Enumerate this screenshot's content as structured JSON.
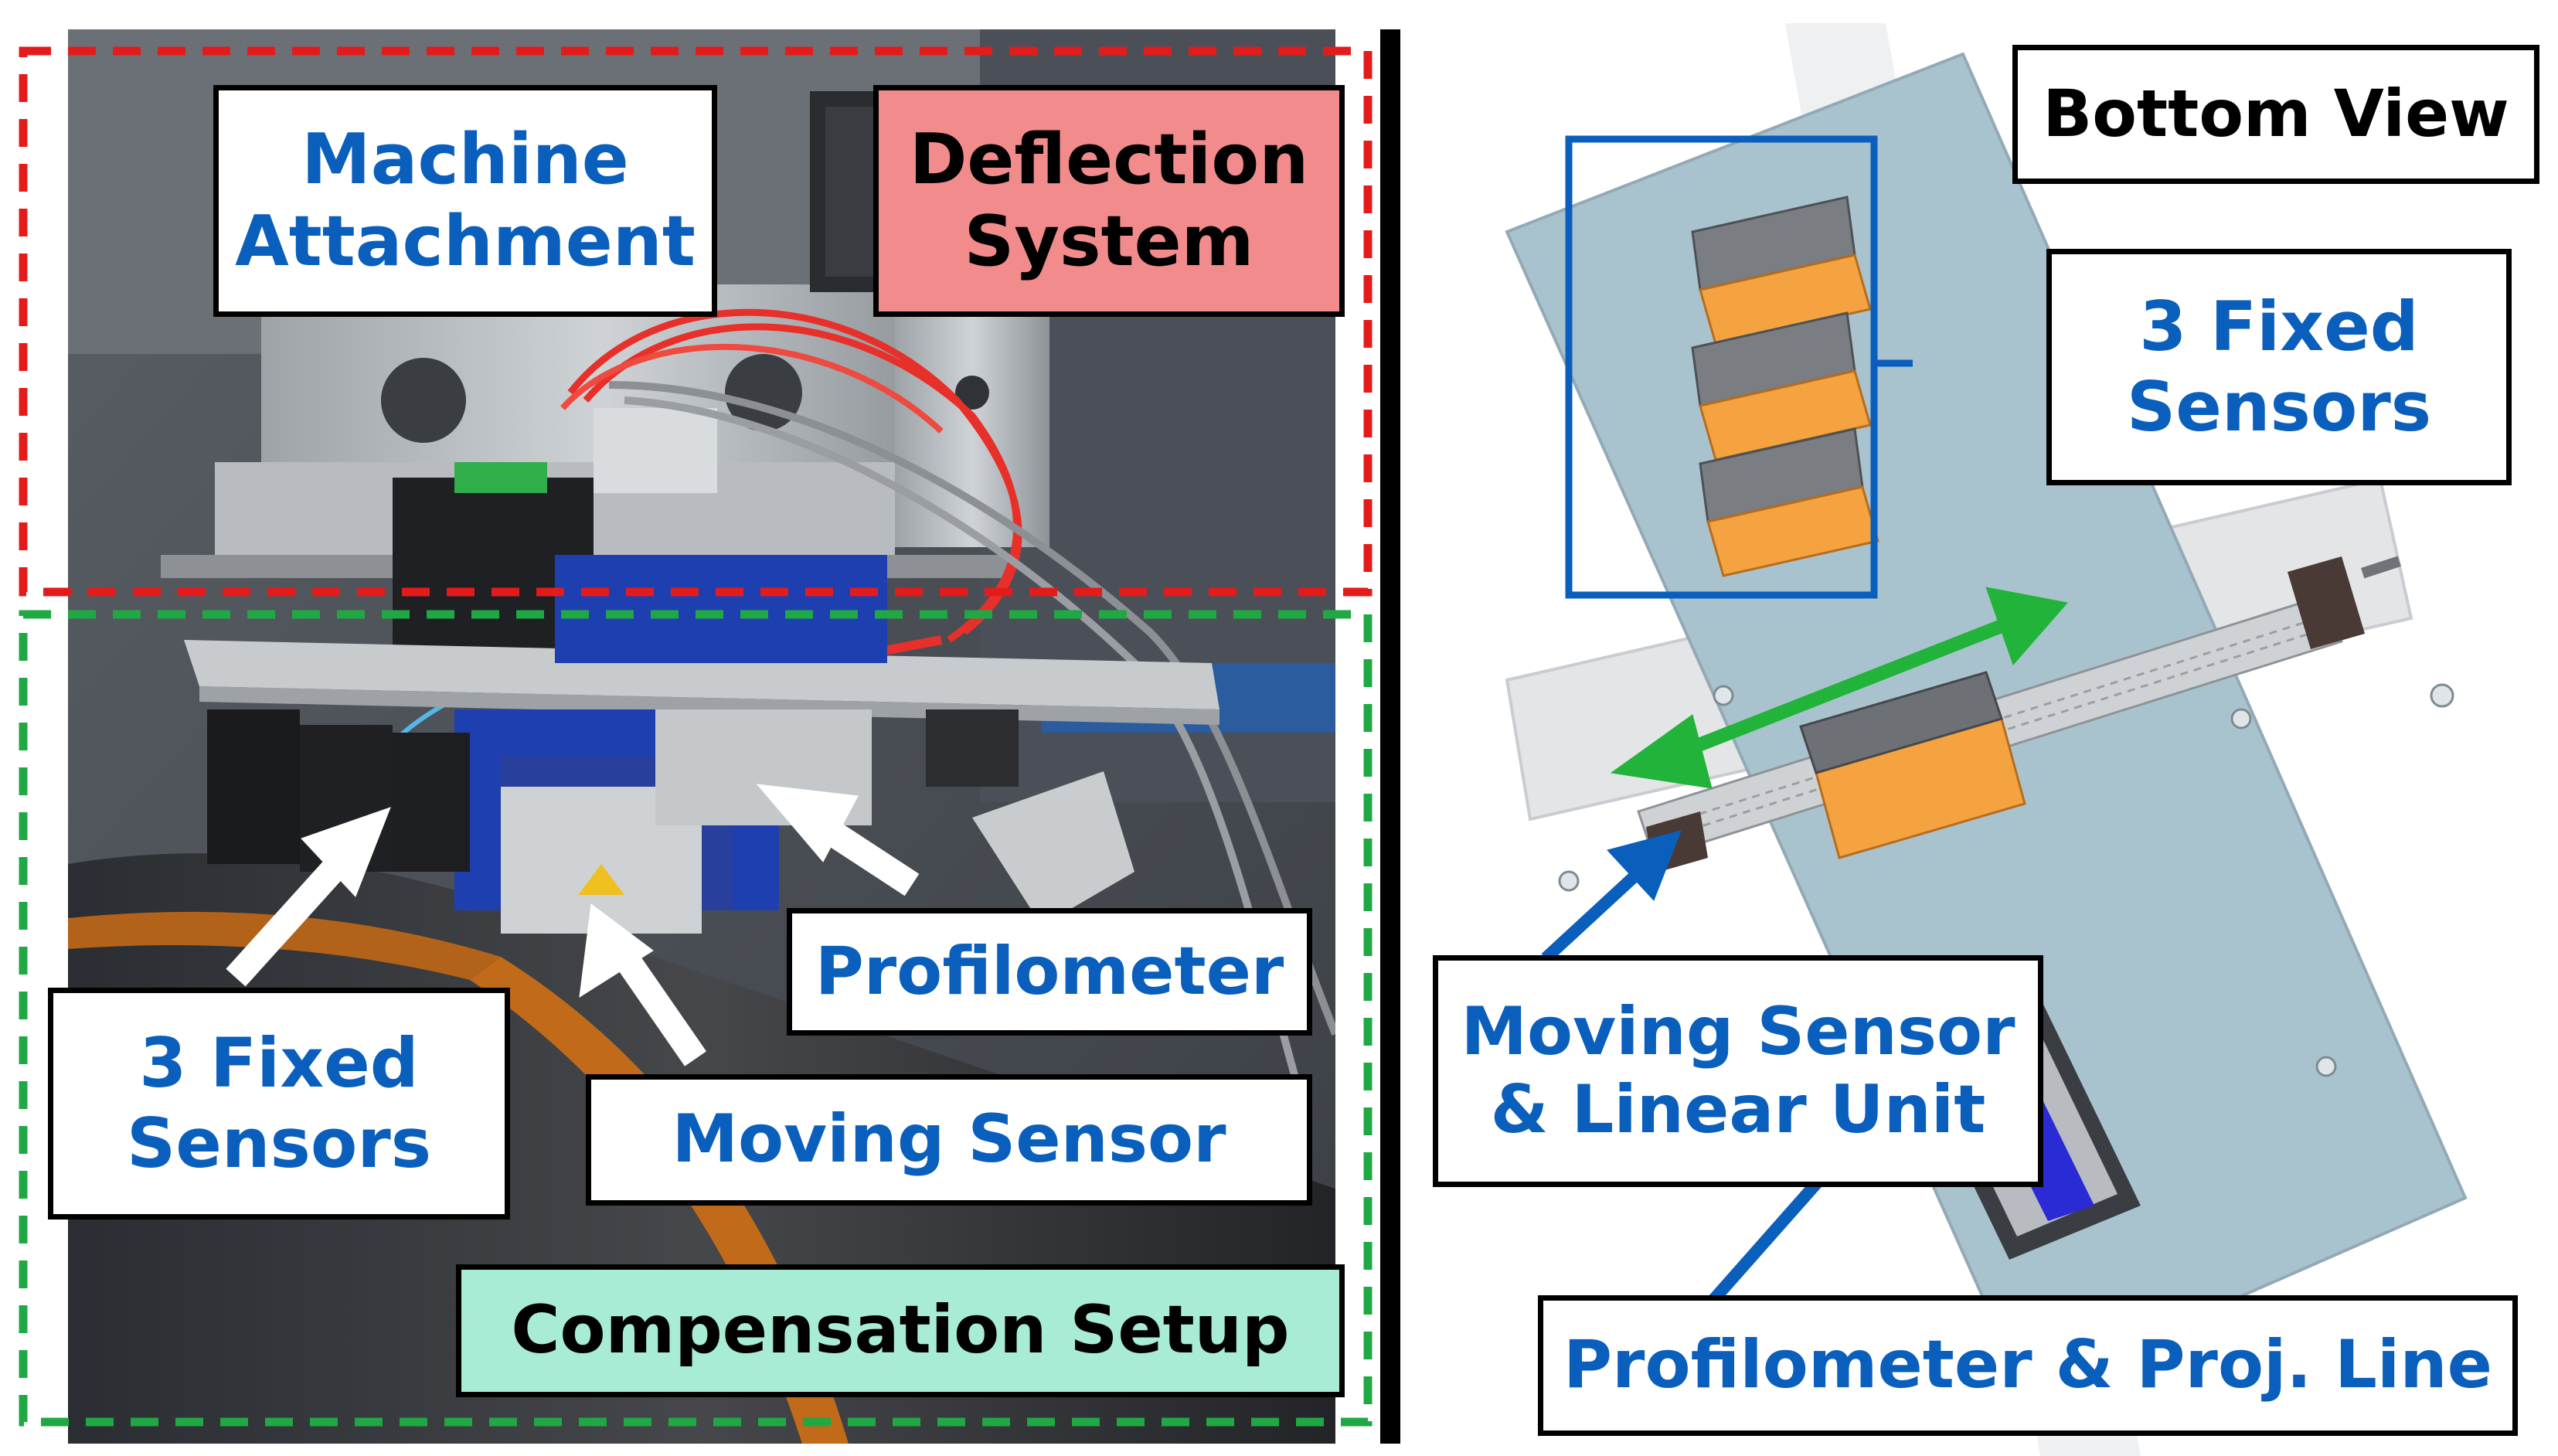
{
  "figure": {
    "left_panel": {
      "labels": {
        "machine_attachment": [
          "Machine",
          "Attachment"
        ],
        "deflection_system": [
          "Deflection",
          "System"
        ],
        "profilometer": "Profilometer",
        "moving_sensor": "Moving Sensor",
        "fixed_sensors": [
          "3 Fixed",
          "Sensors"
        ],
        "compensation_setup": "Compensation Setup"
      }
    },
    "right_panel": {
      "labels": {
        "bottom_view": "Bottom View",
        "fixed_sensors": [
          "3 Fixed",
          "Sensors"
        ],
        "moving_sensor_linear_unit": [
          "Moving Sensor",
          "& Linear Unit"
        ],
        "profilometer_proj_line": "Profilometer & Proj. Line"
      }
    },
    "colors": {
      "label_text_blue": "#0a5fbd",
      "deflection_fill": "#f28b8b",
      "compensation_fill": "#a8ecd6",
      "red_dashed": "#e41b1b",
      "green_dashed": "#1fa843",
      "pointer_arrow_blue": "#0a5fbd",
      "motion_arrow_green": "#22b33a",
      "cad_plate": "#a7c1cc",
      "sensor_orange": "#f4a340"
    }
  }
}
